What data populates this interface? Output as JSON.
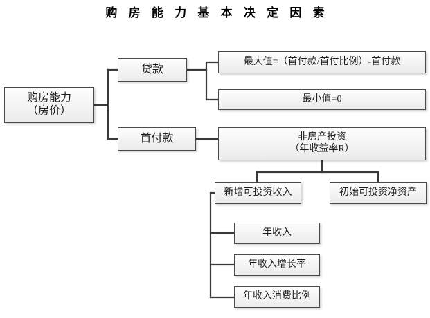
{
  "title": "购 房 能 力 基 本 决 定 因 素",
  "diagram": {
    "type": "tree-diagram",
    "nodes": {
      "root": "购房能力\n（房价）",
      "loan": "贷款",
      "down_payment": "首付款",
      "loan_max": "最大值=（首付款/首付比例）-首付款",
      "loan_min": "最小值=0",
      "non_property_investment": "非房产投资\n（年收益率R）",
      "new_investable_income": "新增可投资收入",
      "initial_investable_net_assets": "初始可投资净资产",
      "annual_income": "年收入",
      "annual_income_growth_rate": "年收入增长率",
      "annual_income_consumption_ratio": "年收入消费比例"
    },
    "edges": [
      {
        "from": "root",
        "to": "loan"
      },
      {
        "from": "root",
        "to": "down_payment"
      },
      {
        "from": "loan",
        "to": "loan_max"
      },
      {
        "from": "loan",
        "to": "loan_min"
      },
      {
        "from": "down_payment",
        "to": "non_property_investment"
      },
      {
        "from": "non_property_investment",
        "to": "new_investable_income"
      },
      {
        "from": "non_property_investment",
        "to": "initial_investable_net_assets"
      },
      {
        "from": "new_investable_income",
        "to": "annual_income"
      },
      {
        "from": "new_investable_income",
        "to": "annual_income_growth_rate"
      },
      {
        "from": "new_investable_income",
        "to": "annual_income_consumption_ratio"
      }
    ],
    "colors": {
      "box_border": "#4a4a4a",
      "box_fill": "#f3f3f3",
      "connector": "#3a3a3a",
      "text": "#1c1c1c",
      "background": "#ffffff"
    }
  }
}
